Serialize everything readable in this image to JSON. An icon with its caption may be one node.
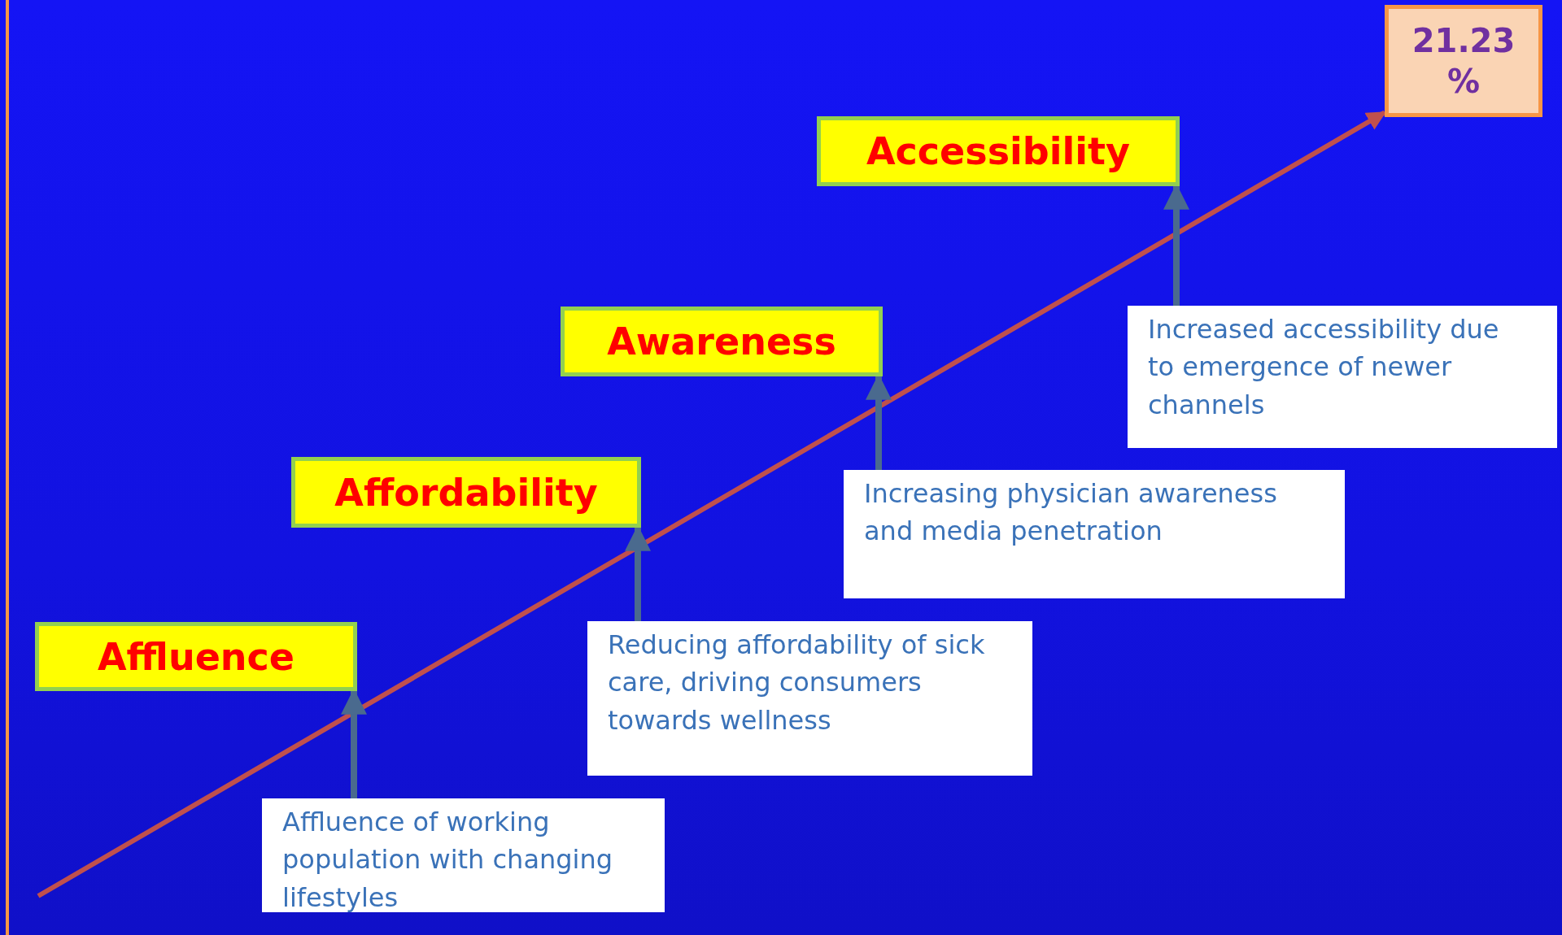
{
  "diagram": {
    "nodes": [
      {
        "text": [
          "21.23 %"
        ]
      },
      {
        "text": [
          "Accessibility"
        ]
      },
      {
        "text": [
          "Awareness"
        ]
      },
      {
        "text": [
          "Increased accessibility due to emergence of newer channels"
        ]
      },
      {
        "text": [
          "Affordability"
        ]
      },
      {
        "text": [
          "Increasing physician awareness and media penetration"
        ]
      },
      {
        "text": [
          "Affluence"
        ]
      },
      {
        "text": [
          "Reducing affordability of sick care, driving consumers towards wellness"
        ]
      },
      {
        "text": [
          "Affluence of working population with changing lifestyles"
        ]
      }
    ],
    "edges": [
      {
        "from": null,
        "to": 0,
        "arrow": "to",
        "color": "#c0504d"
      },
      {
        "from": 8,
        "to": 6,
        "arrow": "to"
      },
      {
        "from": 7,
        "to": 4,
        "arrow": "to"
      },
      {
        "from": 5,
        "to": 2,
        "arrow": "to"
      },
      {
        "from": 3,
        "to": 1,
        "arrow": "to"
      }
    ]
  }
}
